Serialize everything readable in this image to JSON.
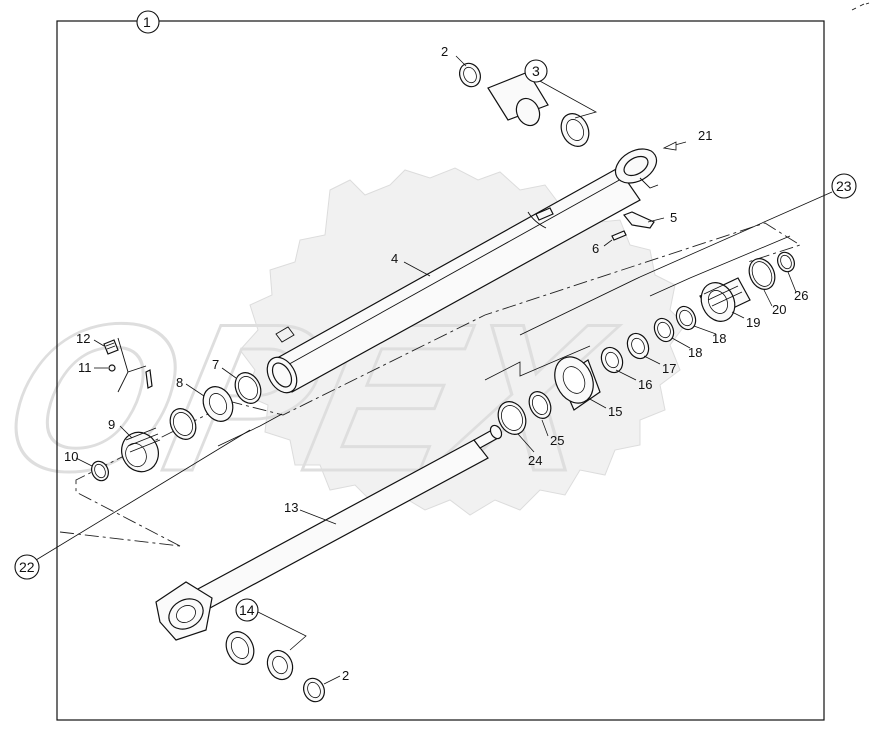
{
  "watermark": {
    "text": "OPEX"
  },
  "frame_label": "1",
  "callouts": [
    {
      "id": "c2a",
      "text": "2"
    },
    {
      "id": "c3",
      "text": "3",
      "circled": true
    },
    {
      "id": "c21",
      "text": "21"
    },
    {
      "id": "c23",
      "text": "23",
      "circled": true
    },
    {
      "id": "c5",
      "text": "5"
    },
    {
      "id": "c6",
      "text": "6"
    },
    {
      "id": "c4",
      "text": "4"
    },
    {
      "id": "c26",
      "text": "26"
    },
    {
      "id": "c20",
      "text": "20"
    },
    {
      "id": "c19",
      "text": "19"
    },
    {
      "id": "c18a",
      "text": "18"
    },
    {
      "id": "c18b",
      "text": "18"
    },
    {
      "id": "c17",
      "text": "17"
    },
    {
      "id": "c16",
      "text": "16"
    },
    {
      "id": "c15",
      "text": "15"
    },
    {
      "id": "c25",
      "text": "25"
    },
    {
      "id": "c24",
      "text": "24"
    },
    {
      "id": "c12",
      "text": "12"
    },
    {
      "id": "c11",
      "text": "11"
    },
    {
      "id": "c7",
      "text": "7"
    },
    {
      "id": "c8",
      "text": "8"
    },
    {
      "id": "c9",
      "text": "9"
    },
    {
      "id": "c10",
      "text": "10"
    },
    {
      "id": "c13",
      "text": "13"
    },
    {
      "id": "c22",
      "text": "22",
      "circled": true
    },
    {
      "id": "c14",
      "text": "14",
      "circled": true
    },
    {
      "id": "c2b",
      "text": "2"
    }
  ]
}
